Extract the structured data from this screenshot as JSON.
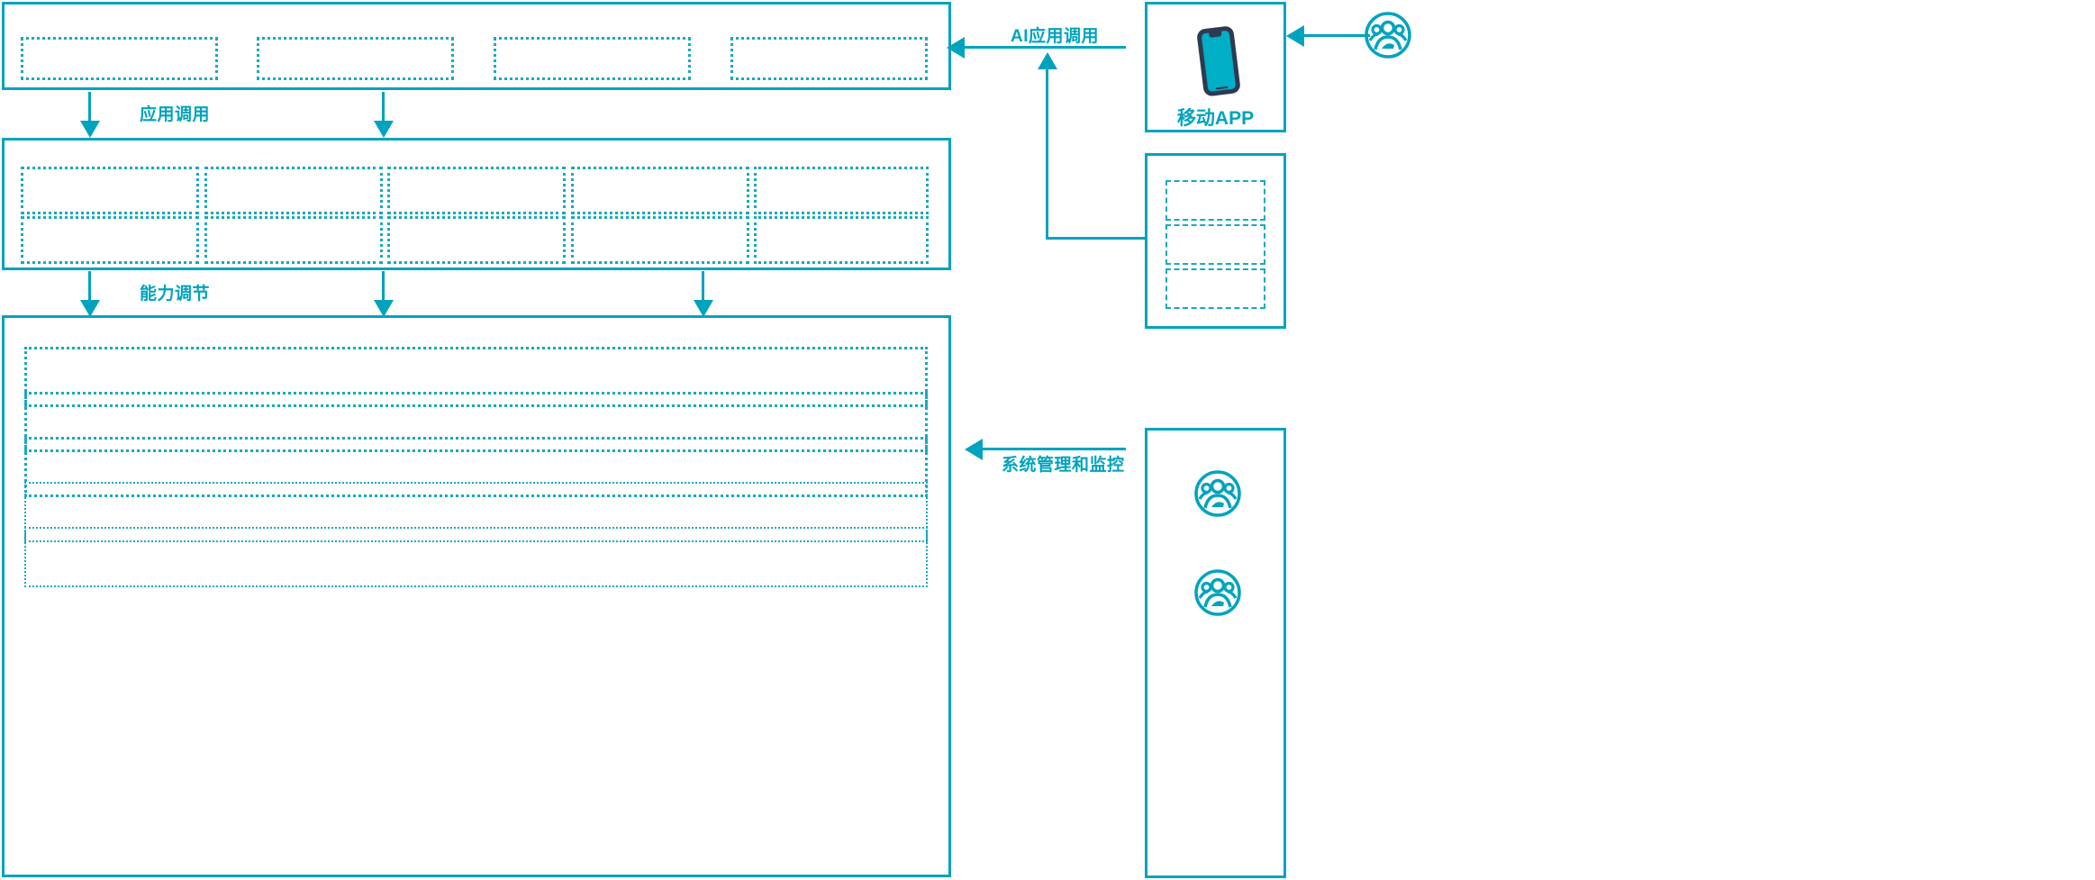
{
  "diagram": {
    "accent_color": "#00A3BE",
    "slot_border_color": "#18A9C0",
    "device_frame_color": "#2E3A52",
    "device_screen_color": "#00AFC5",
    "background": "#FFFFFF"
  },
  "connectors": {
    "ai_app_call": "AI应用调用",
    "app_call": "应用调用",
    "capability_adjust": "能力调节",
    "system_mgmt_monitor": "系统管理和监控"
  },
  "layers": {
    "application_layer": {
      "slot_count": 4,
      "slots": [
        "",
        "",
        "",
        ""
      ]
    },
    "capability_layer": {
      "column_count": 5,
      "row_count": 2,
      "slots": [
        "",
        "",
        "",
        "",
        "",
        "",
        "",
        "",
        "",
        ""
      ]
    },
    "platform_layer": {
      "row_count": 5,
      "slots": [
        "",
        "",
        "",
        "",
        ""
      ]
    }
  },
  "right_column": {
    "mobile_app_card": {
      "caption": "移动APP",
      "icon": "smartphone-icon"
    },
    "channel_card": {
      "slot_count": 3,
      "slots": [
        "",
        "",
        ""
      ]
    },
    "operations_card": {
      "icon_count": 2,
      "icons": [
        "users-group-icon",
        "users-group-icon"
      ]
    },
    "end_user": {
      "icon": "users-group-icon"
    }
  }
}
